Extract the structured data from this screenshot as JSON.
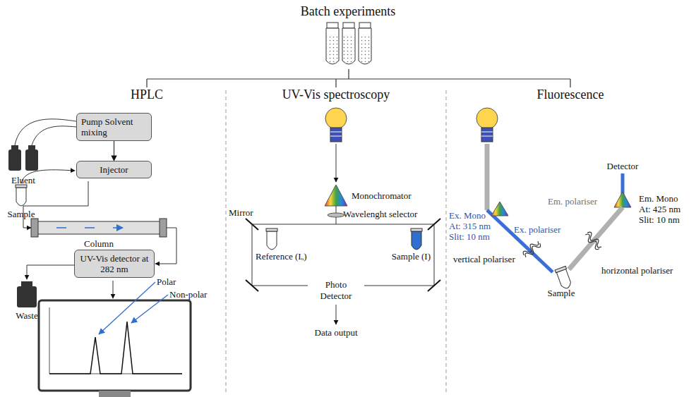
{
  "diagram": {
    "title": "Batch experiments",
    "nodes": [
      {
        "text": [
          "Pump Solvent mixing"
        ]
      },
      {
        "text": [
          "Injector"
        ]
      },
      {
        "text": [
          "UV-Vis detector at 282 nm"
        ]
      }
    ],
    "edges": [
      {
        "from": 0,
        "to": 1,
        "arrow": "to"
      }
    ],
    "labels": [
      "HPLC",
      "UV-Vis spectroscopy",
      "Fluorescence",
      "Eluent",
      "Sample",
      "Column",
      "Waste",
      "Polar",
      "Non-polar",
      "Monochromator",
      "Wavelenght selector",
      "Mirror",
      "Reference (Iₒ)",
      "Sample (I)",
      "Photo Detector",
      "Data output",
      "Detector",
      "Ex. Mono",
      "At: 315 nm",
      "Slit: 10 nm",
      "Ex. polariser",
      "vertical polariser",
      "Em. polariser",
      "Em. Mono",
      "At: 425 nm",
      "Slit: 10 nm",
      "horizontal polariser",
      "Sample"
    ]
  }
}
